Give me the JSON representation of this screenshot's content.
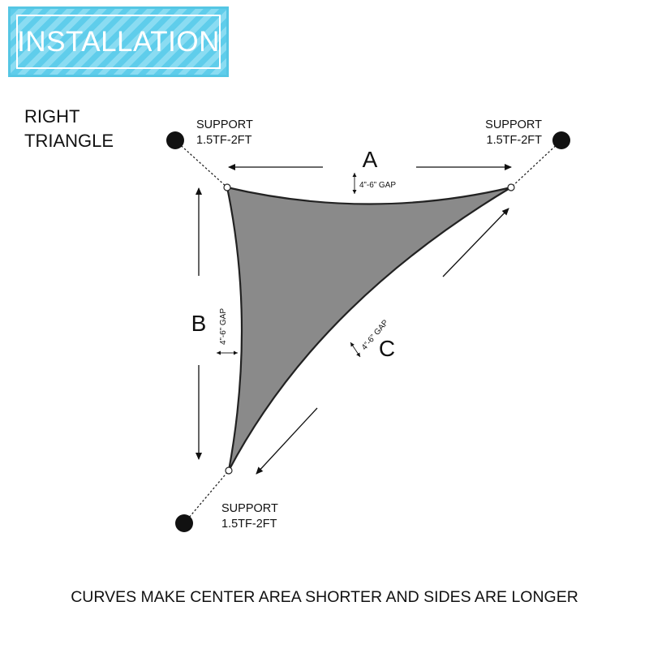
{
  "banner": {
    "title": "INSTALLATION"
  },
  "shape": {
    "line1": "RIGHT",
    "line2": "TRIANGLE"
  },
  "supports": {
    "top_left": {
      "line1": "SUPPORT",
      "line2": "1.5TF-2FT"
    },
    "top_right": {
      "line1": "SUPPORT",
      "line2": "1.5TF-2FT"
    },
    "bottom": {
      "line1": "SUPPORT",
      "line2": "1.5TF-2FT"
    }
  },
  "sides": {
    "a": "A",
    "b": "B",
    "c": "C"
  },
  "gaps": {
    "a": "4”-6” GAP",
    "b": "4”-6” GAP",
    "c": "4”-6” GAP"
  },
  "footer": "CURVES MAKE CENTER AREA SHORTER AND SIDES ARE LONGER",
  "colors": {
    "banner_stripe": "#5fcdeb",
    "sail_fill": "#8a8a8a",
    "ink": "#111111"
  }
}
